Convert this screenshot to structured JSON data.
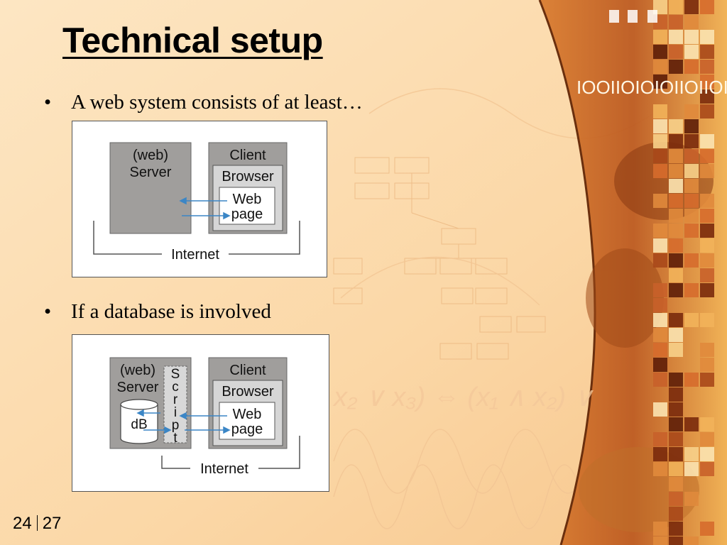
{
  "slide": {
    "title": "Technical setup",
    "bullets": [
      "A web system consists of at least…",
      "If a database is involved"
    ],
    "page_current": "24",
    "page_total": "27"
  },
  "diagram1": {
    "server_line1": "(web)",
    "server_line2": "Server",
    "client": "Client",
    "browser": "Browser",
    "webpage_line1": "Web",
    "webpage_line2": "page",
    "internet": "Internet"
  },
  "diagram2": {
    "server_line1": "(web)",
    "server_line2": "Server",
    "db": "dB",
    "script_letters": [
      "S",
      "c",
      "r",
      "i",
      "p",
      "t"
    ],
    "client": "Client",
    "browser": "Browser",
    "webpage_line1": "Web",
    "webpage_line2": "page",
    "internet": "Internet"
  },
  "background": {
    "binary_text": "IOOIIOIOIOIIOIIOIIOI",
    "formula_text": "x₂ ∨ x₃) ⇔ (x₁ ∧ x₂) ∨"
  },
  "colors": {
    "accent_orange": "#e8862a",
    "box_gray": "#a09e9c",
    "arrow_blue": "#3b86c6"
  }
}
